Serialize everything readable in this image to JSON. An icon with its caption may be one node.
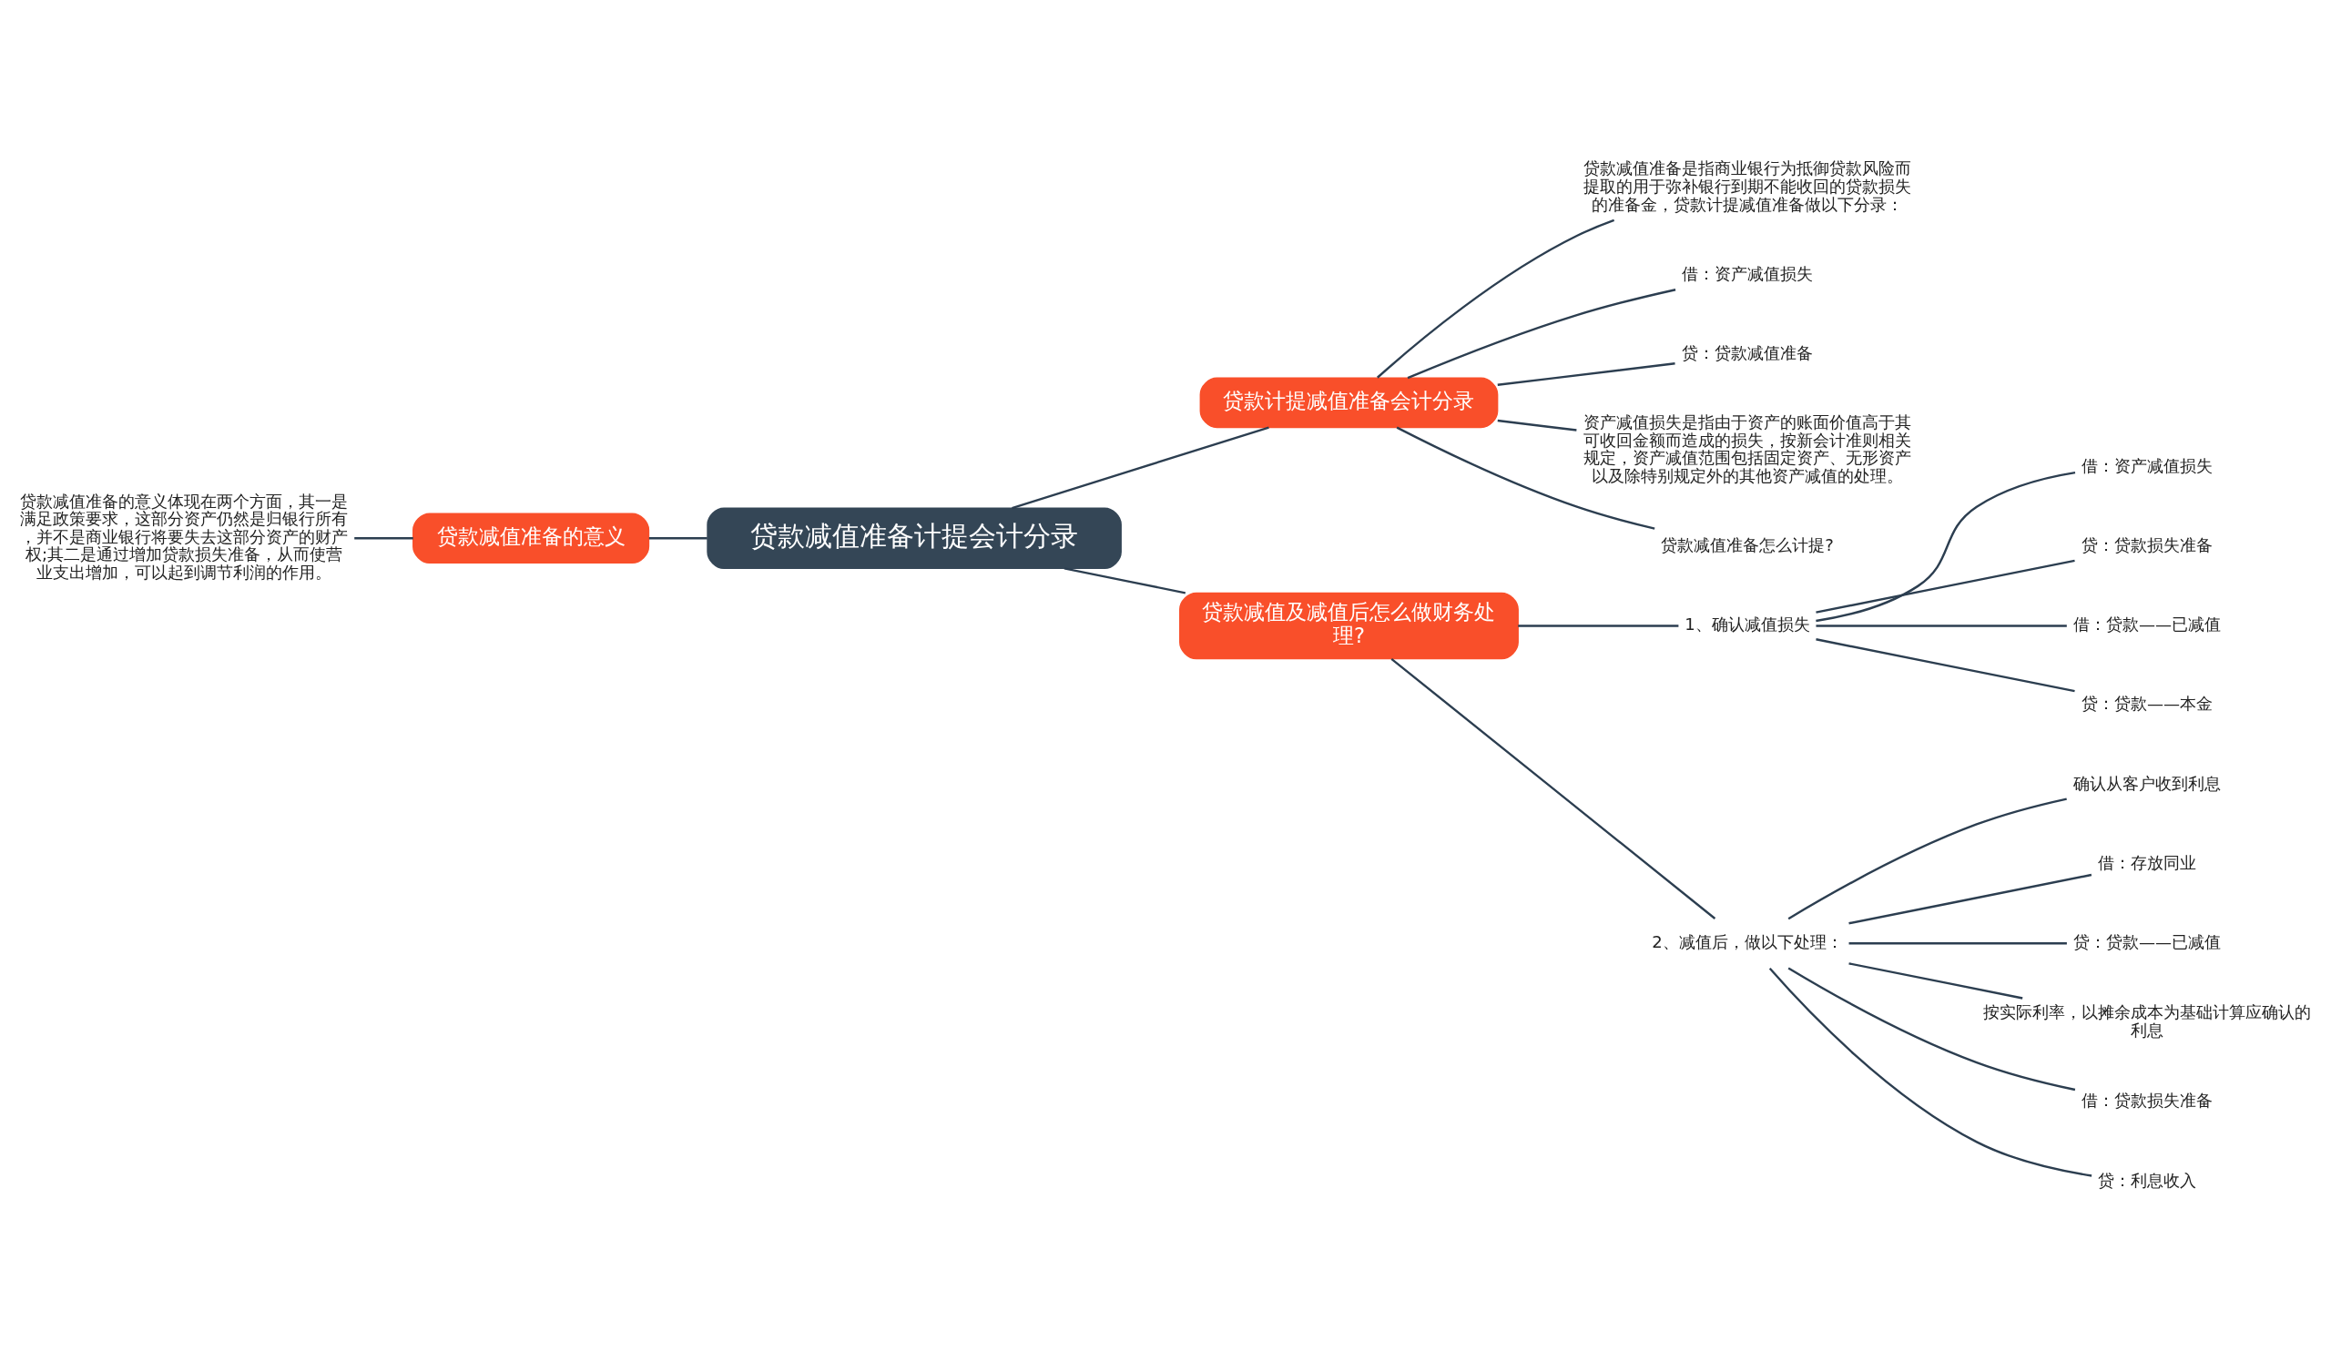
{
  "diagram": {
    "nodes": [
      {
        "text": [
          "贷款减值准备计提会计分录"
        ]
      },
      {
        "text": [
          "贷款计提减值准备会计分录"
        ]
      },
      {
        "text": [
          "贷款减值准备是指商业银行为抵御贷款风险而提取的用于弥补银行到期不能收回的贷款损失的准备金，贷款计提减值准备做以下分录："
        ]
      },
      {
        "text": [
          "借：资产减值损失"
        ]
      },
      {
        "text": [
          "贷：贷款减值准备"
        ]
      },
      {
        "text": [
          "资产减值损失是指由于资产的账面价值高于其可收回金额而造成的损失，按新会计准则相关规定，资产减值范围包括固定资产、无形资产以及除特别规定外的其他资产减值的处理。"
        ]
      },
      {
        "text": [
          "贷款减值准备怎么计提?"
        ]
      },
      {
        "text": [
          "贷款减值准备的意义"
        ]
      },
      {
        "text": [
          "贷款减值准备的意义体现在两个方面，其一是满足政策要求，这部分资产仍然是归银行所有，并不是商业银行将要失去这部分资产的财产权;其二是通过增加贷款损失准备，从而使营业支出增加，可以起到调节利润的作用。"
        ]
      },
      {
        "text": [
          "贷款减值及减值后怎么做财务处理?"
        ]
      },
      {
        "text": [
          "1、确认减值损失"
        ]
      },
      {
        "text": [
          "借：资产减值损失"
        ]
      },
      {
        "text": [
          "贷：贷款损失准备"
        ]
      },
      {
        "text": [
          "借：贷款——已减值"
        ]
      },
      {
        "text": [
          "贷：贷款——本金"
        ]
      },
      {
        "text": [
          "2、减值后，做以下处理："
        ]
      },
      {
        "text": [
          "确认从客户收到利息"
        ]
      },
      {
        "text": [
          "借：存放同业"
        ]
      },
      {
        "text": [
          "贷：贷款——已减值"
        ]
      },
      {
        "text": [
          "按实际利率，以摊余成本为基础计算应确认的利息"
        ]
      },
      {
        "text": [
          "借：贷款损失准备"
        ]
      },
      {
        "text": [
          "贷：利息收入"
        ]
      }
    ],
    "edges": [
      {
        "from": 0,
        "to": 1,
        "arrow": "none"
      },
      {
        "from": 1,
        "to": 2,
        "arrow": "none"
      },
      {
        "from": 1,
        "to": 3,
        "arrow": "none"
      },
      {
        "from": 1,
        "to": 4,
        "arrow": "none"
      },
      {
        "from": 1,
        "to": 5,
        "arrow": "none"
      },
      {
        "from": 1,
        "to": 6,
        "arrow": "none"
      },
      {
        "from": 7,
        "to": 0,
        "arrow": "none"
      },
      {
        "from": 8,
        "to": 7,
        "arrow": "none"
      },
      {
        "from": 0,
        "to": 9,
        "arrow": "none"
      },
      {
        "from": 9,
        "to": 10,
        "arrow": "none"
      },
      {
        "from": 10,
        "to": 11,
        "arrow": "none"
      },
      {
        "from": 10,
        "to": 12,
        "arrow": "none"
      },
      {
        "from": 10,
        "to": 13,
        "arrow": "none"
      },
      {
        "from": 10,
        "to": 14,
        "arrow": "none"
      },
      {
        "from": 9,
        "to": 15,
        "arrow": "none"
      },
      {
        "from": 15,
        "to": 16,
        "arrow": "none"
      },
      {
        "from": 15,
        "to": 17,
        "arrow": "none"
      },
      {
        "from": 15,
        "to": 18,
        "arrow": "none"
      },
      {
        "from": 15,
        "to": 19,
        "arrow": "none"
      },
      {
        "from": 15,
        "to": 20,
        "arrow": "none"
      },
      {
        "from": 15,
        "to": 21,
        "arrow": "none"
      }
    ]
  }
}
